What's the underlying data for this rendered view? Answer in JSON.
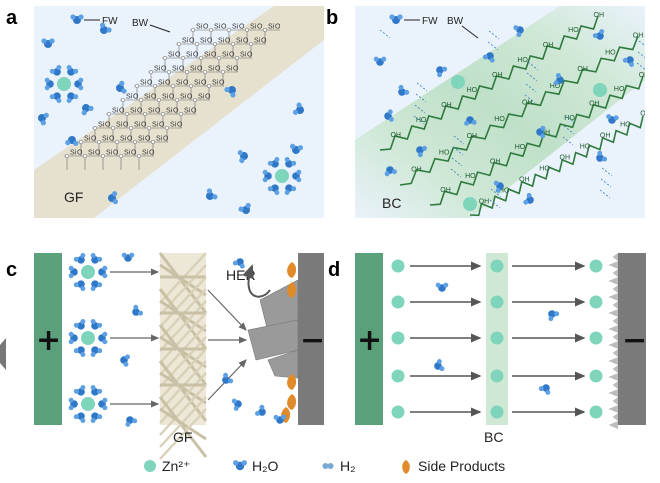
{
  "panels": {
    "a": {
      "label": "a",
      "membrane": "GF",
      "fw_label": "FW",
      "bw_label": "BW",
      "si": "Si",
      "o": "O"
    },
    "b": {
      "label": "b",
      "membrane": "BC",
      "fw_label": "FW",
      "bw_label": "BW",
      "oh": "OH",
      "ho": "HO"
    },
    "c": {
      "label": "c",
      "membrane": "GF",
      "plus": "+",
      "minus": "−",
      "her": "HER"
    },
    "d": {
      "label": "d",
      "membrane": "BC",
      "plus": "+",
      "minus": "−"
    }
  },
  "legend": {
    "zn": "Zn²⁺",
    "h2o": "H₂O",
    "h2": "H₂",
    "side": "Side Products"
  },
  "colors": {
    "zn": "#7fd4bc",
    "water": "#2f78c8",
    "electrode_pos": "#5aa17b",
    "electrode_neg": "#7a7a7a",
    "gf_band": "#e6e1cf",
    "bc_band": "#cfe8d6",
    "bg_light_blue": "#eaf2fb",
    "cellulose": "#2f7a3e",
    "side_product": "#e08a2a"
  }
}
